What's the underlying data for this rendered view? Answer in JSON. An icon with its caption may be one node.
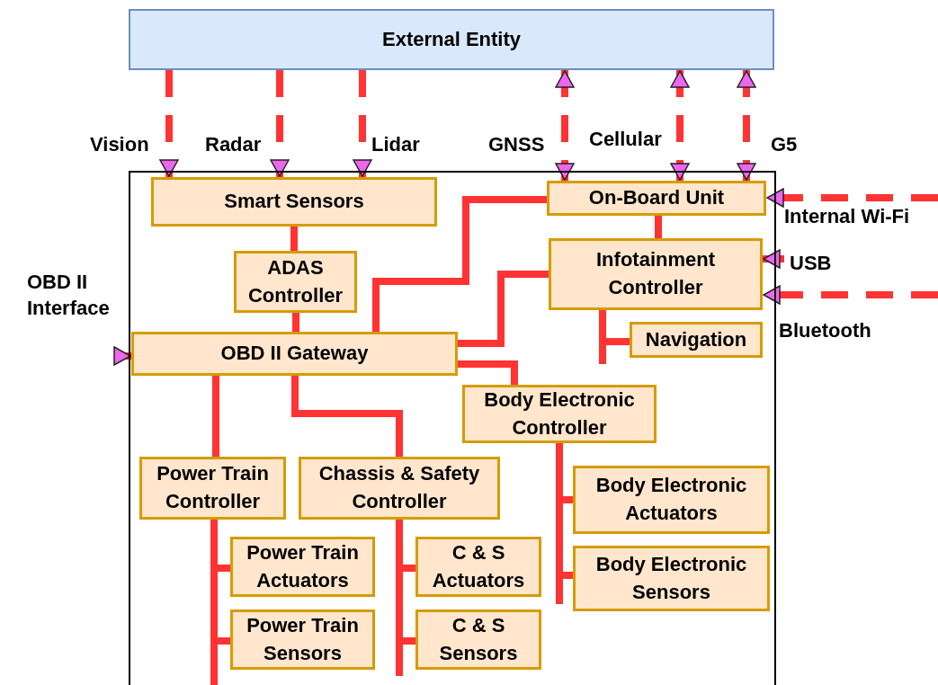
{
  "diagram": {
    "nodes": [
      {
        "text": [
          "External Entity"
        ]
      },
      {
        "text": [],
        "shape": "box"
      },
      {
        "text": [
          "Smart Sensors"
        ],
        "in": 1
      },
      {
        "text": [
          "ADAS Controller"
        ],
        "in": 1
      },
      {
        "text": [
          "OBD II Gateway"
        ],
        "in": 1
      },
      {
        "text": [
          "On-Board Unit"
        ],
        "in": 1
      },
      {
        "text": [
          "Infotainment Controller"
        ],
        "in": 1
      },
      {
        "text": [
          "Navigation"
        ],
        "in": 1
      },
      {
        "text": [
          "Body Electronic Controller"
        ],
        "in": 1
      },
      {
        "text": [
          "Power Train Controller"
        ],
        "in": 1
      },
      {
        "text": [
          "Chassis & Safety Controller"
        ],
        "in": 1
      },
      {
        "text": [
          "Power Train Actuators"
        ],
        "in": 1
      },
      {
        "text": [
          "Power Train Sensors"
        ],
        "in": 1
      },
      {
        "text": [
          "C & S Actuators"
        ],
        "in": 1
      },
      {
        "text": [
          "C & S Sensors"
        ],
        "in": 1
      },
      {
        "text": [
          "Body Electronic Actuators"
        ],
        "in": 1
      },
      {
        "text": [
          "Body Electronic Sensors"
        ],
        "in": 1
      }
    ],
    "edges": [
      {
        "from": 0,
        "to": 2,
        "arrow": "to",
        "label": "Vision",
        "style": "dashed"
      },
      {
        "from": 0,
        "to": 2,
        "arrow": "to",
        "label": "Radar",
        "style": "dashed"
      },
      {
        "from": 0,
        "to": 2,
        "arrow": "to",
        "label": "Lidar",
        "style": "dashed"
      },
      {
        "from": 0,
        "to": 5,
        "arrow": "both",
        "label": "GNSS",
        "style": "dashed"
      },
      {
        "from": 0,
        "to": 5,
        "arrow": "both",
        "label": "Cellular",
        "style": "dashed"
      },
      {
        "from": 0,
        "to": 5,
        "arrow": "both",
        "label": "G5",
        "style": "dashed"
      },
      {
        "from": null,
        "to": 5,
        "arrow": "to",
        "label": "Internal Wi-Fi",
        "style": "dashed"
      },
      {
        "from": null,
        "to": 6,
        "arrow": "to",
        "label": "USB"
      },
      {
        "from": null,
        "to": 6,
        "arrow": "to",
        "label": "Bluetooth",
        "style": "dashed"
      },
      {
        "from": null,
        "to": 4,
        "arrow": "to",
        "label": "OBD II Interface"
      },
      {
        "from": 2,
        "to": 3,
        "arrow": "none"
      },
      {
        "from": 3,
        "to": 4,
        "arrow": "none"
      },
      {
        "from": 4,
        "to": 5,
        "arrow": "none"
      },
      {
        "from": 4,
        "to": 6,
        "arrow": "none"
      },
      {
        "from": 5,
        "to": 6,
        "arrow": "none"
      },
      {
        "from": 6,
        "to": 7,
        "arrow": "none"
      },
      {
        "from": 4,
        "to": 8,
        "arrow": "none"
      },
      {
        "from": 4,
        "to": 9,
        "arrow": "none"
      },
      {
        "from": 4,
        "to": 10,
        "arrow": "none"
      },
      {
        "from": 9,
        "to": 11,
        "arrow": "none"
      },
      {
        "from": 9,
        "to": 12,
        "arrow": "none"
      },
      {
        "from": 10,
        "to": 13,
        "arrow": "none"
      },
      {
        "from": 10,
        "to": 14,
        "arrow": "none"
      },
      {
        "from": 8,
        "to": 15,
        "arrow": "none"
      },
      {
        "from": 8,
        "to": 16,
        "arrow": "none"
      }
    ]
  }
}
